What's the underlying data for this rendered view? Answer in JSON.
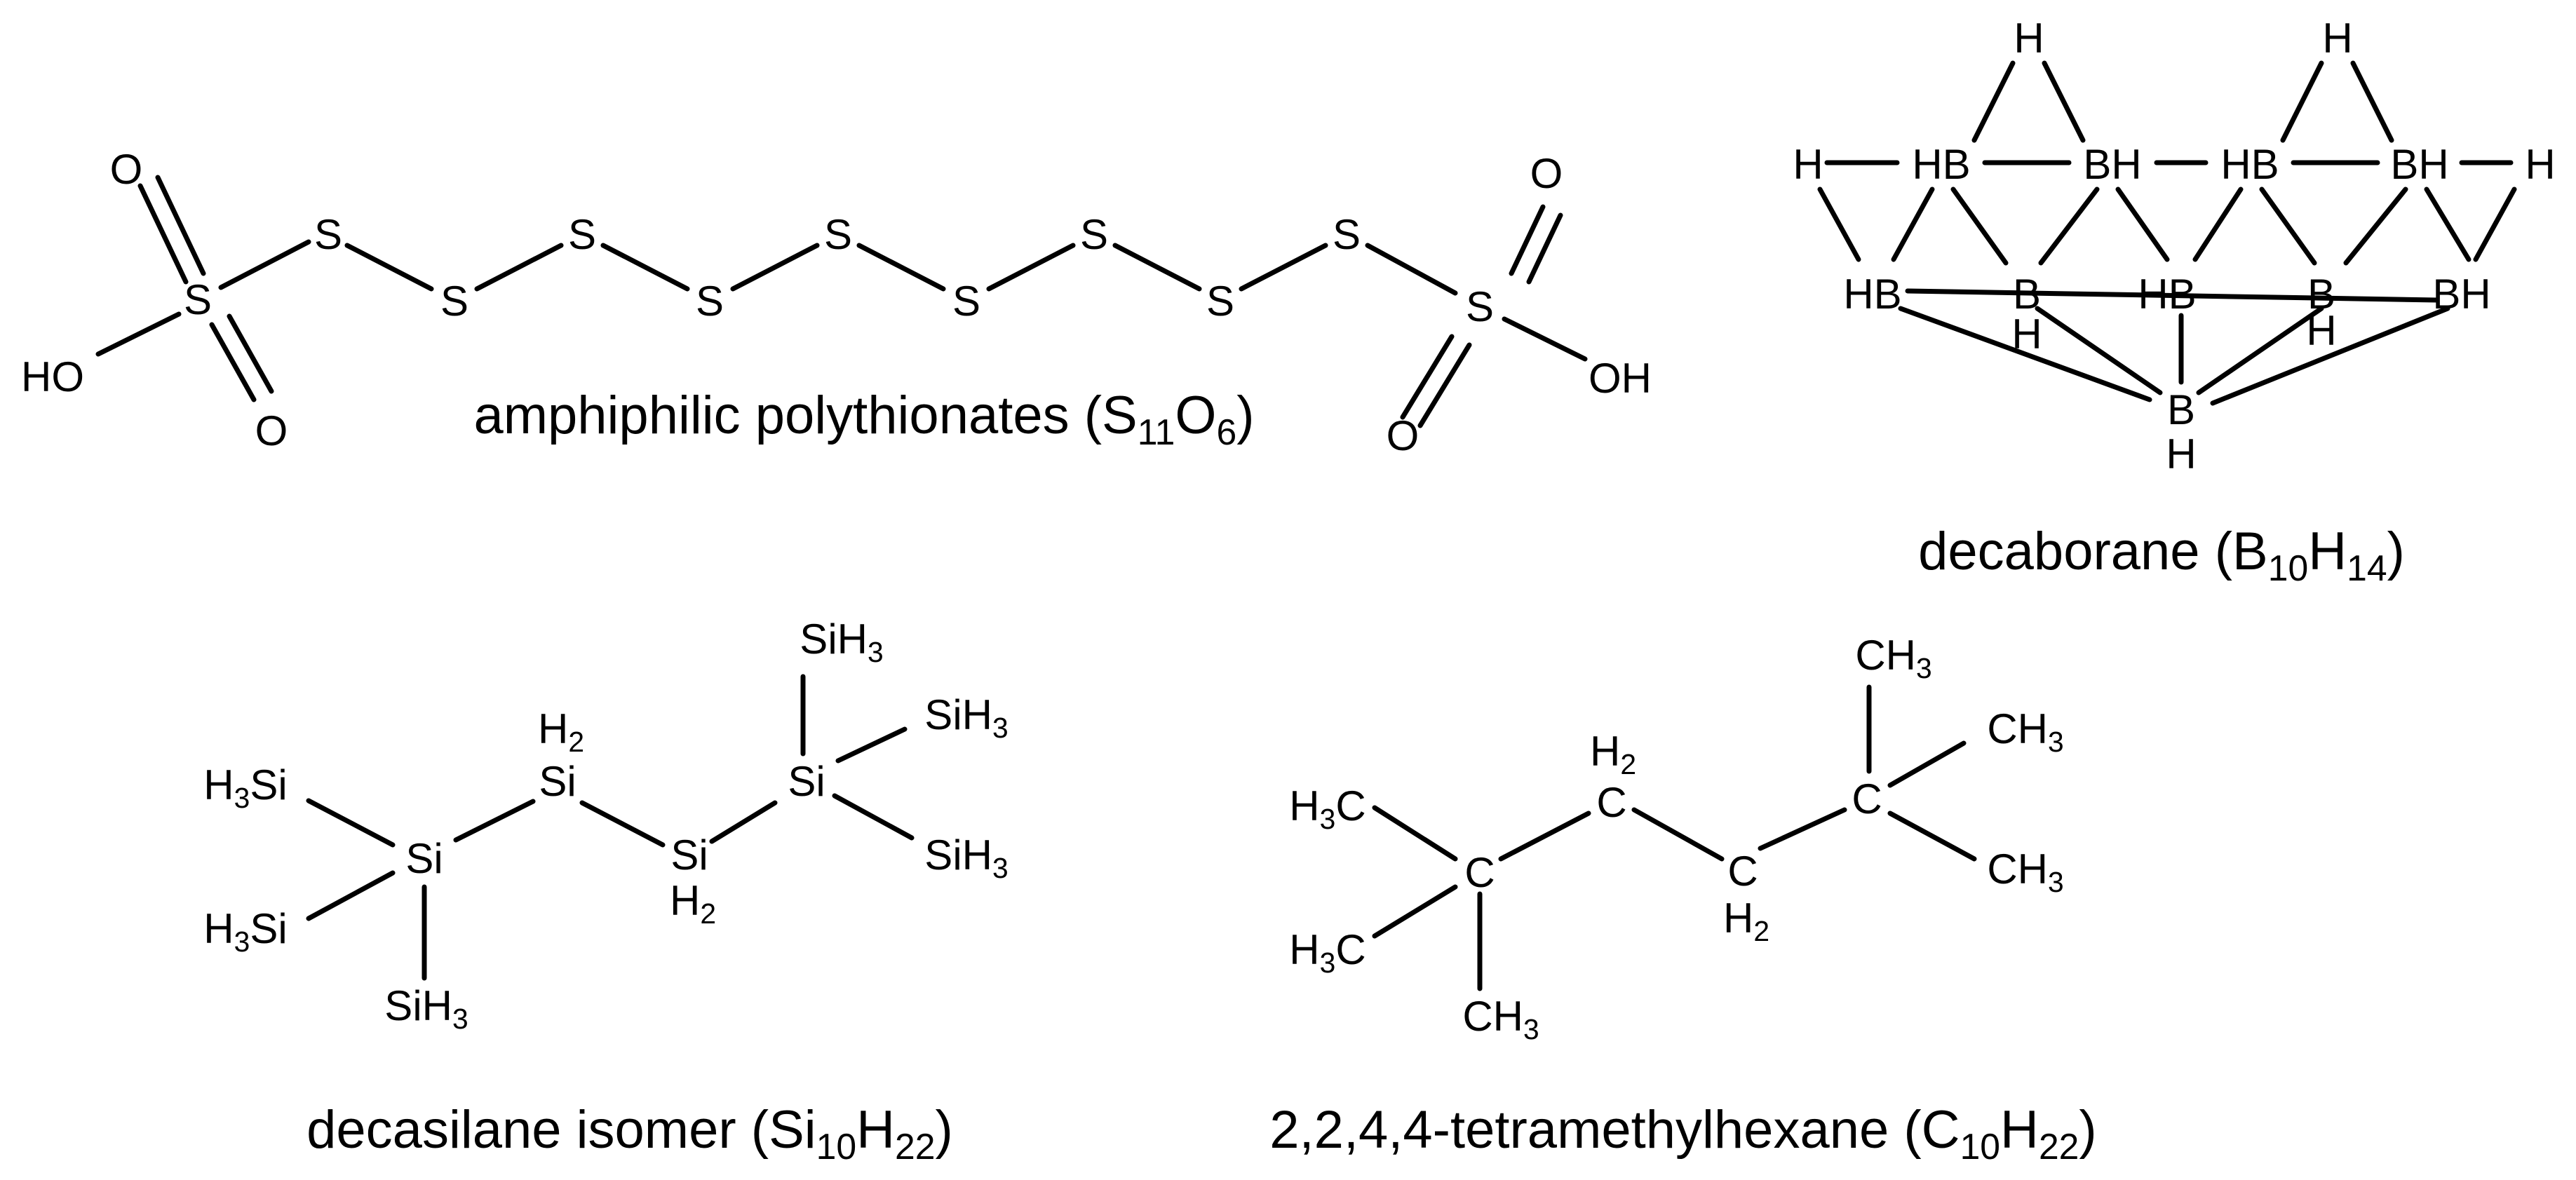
{
  "polythionate": {
    "atom_O": "O",
    "atom_S": "S",
    "atom_HO": "HO",
    "atom_OH": "OH",
    "caption_main": "amphiphilic polythionates (S",
    "caption_sub1": "11",
    "caption_mid": "O",
    "caption_sub2": "6",
    "caption_end": ")"
  },
  "decaborane": {
    "atom_H": "H",
    "atom_HB": "HB",
    "atom_BH": "BH",
    "atom_B": "B",
    "caption_main": "decaborane (B",
    "caption_sub1": "10",
    "caption_mid": "H",
    "caption_sub2": "14",
    "caption_end": ")"
  },
  "decasilane": {
    "atom_Si": "Si",
    "atom_H2": "H",
    "sub_2": "2",
    "atom_H3Si_pre": "H",
    "sub_3": "3",
    "atom_H3Si_post": "Si",
    "atom_SiH3_pre": "SiH",
    "caption_main": "decasilane isomer (Si",
    "caption_sub1": "10",
    "caption_mid": "H",
    "caption_sub2": "22",
    "caption_end": ")"
  },
  "tetramethylhexane": {
    "atom_C": "C",
    "atom_H3C_pre": "H",
    "atom_H3C_post": "C",
    "atom_CH3_pre": "CH",
    "sub_3": "3",
    "atom_H2": "H",
    "sub_2": "2",
    "caption_main": "2,2,4,4-tetramethylhexane (C",
    "caption_sub1": "10",
    "caption_mid": "H",
    "caption_sub2": "22",
    "caption_end": ")"
  }
}
